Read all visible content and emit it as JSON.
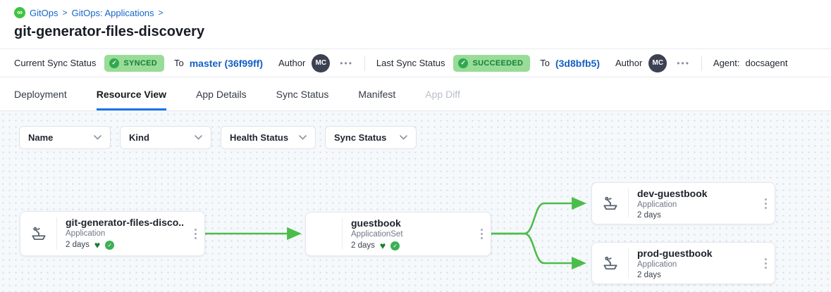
{
  "colors": {
    "accent_blue": "#1a73e8",
    "link_blue": "#1460c4",
    "badge_green_bg": "#98dc98",
    "badge_green_text": "#157f3a",
    "edge_green": "#4bbd4b",
    "heart_green": "#1b7e31",
    "check_green": "#3cb054"
  },
  "breadcrumb": {
    "icon": "gitops-infinity-icon",
    "infinity_glyph": "∞",
    "items": [
      {
        "label": "GitOps"
      },
      {
        "label": "GitOps: Applications"
      }
    ],
    "separator": ">"
  },
  "page_title": "git-generator-files-discovery",
  "status_bar": {
    "current": {
      "label": "Current Sync Status",
      "badge": "SYNCED",
      "badge_check": "✓",
      "to_label": "To",
      "revision": "master (36f99ff)",
      "author_label": "Author",
      "author_initials": "MC",
      "ellipsis": "•••"
    },
    "last": {
      "label": "Last Sync Status",
      "badge": "SUCCEEDED",
      "badge_check": "✓",
      "to_label": "To",
      "revision": "(3d8bfb5)",
      "author_label": "Author",
      "author_initials": "MC",
      "ellipsis": "•••"
    },
    "agent_label": "Agent:",
    "agent_value": "docsagent"
  },
  "tabs": [
    {
      "label": "Deployment",
      "state": "normal"
    },
    {
      "label": "Resource View",
      "state": "active"
    },
    {
      "label": "App Details",
      "state": "normal"
    },
    {
      "label": "Sync Status",
      "state": "normal"
    },
    {
      "label": "Manifest",
      "state": "normal"
    },
    {
      "label": "App Diff",
      "state": "disabled"
    }
  ],
  "filters": [
    {
      "label": "Name"
    },
    {
      "label": "Kind"
    },
    {
      "label": "Health Status"
    },
    {
      "label": "Sync Status"
    }
  ],
  "graph": {
    "nodes": [
      {
        "id": "root",
        "title": "git-generator-files-disco...",
        "kind": "Application",
        "age": "2 days",
        "health": "healthy",
        "synced": true,
        "has_icon": true
      },
      {
        "id": "guestbook",
        "title": "guestbook",
        "kind": "ApplicationSet",
        "age": "2 days",
        "health": "healthy",
        "synced": true,
        "has_icon": false
      },
      {
        "id": "dev-guestbook",
        "title": "dev-guestbook",
        "kind": "Application",
        "age": "2 days",
        "has_icon": true
      },
      {
        "id": "prod-guestbook",
        "title": "prod-guestbook",
        "kind": "Application",
        "age": "2 days",
        "has_icon": true
      }
    ],
    "edges": [
      {
        "from": "root",
        "to": "guestbook"
      },
      {
        "from": "guestbook",
        "to": "dev-guestbook"
      },
      {
        "from": "guestbook",
        "to": "prod-guestbook"
      }
    ],
    "health_glyph": "♥",
    "sync_glyph": "✓"
  }
}
